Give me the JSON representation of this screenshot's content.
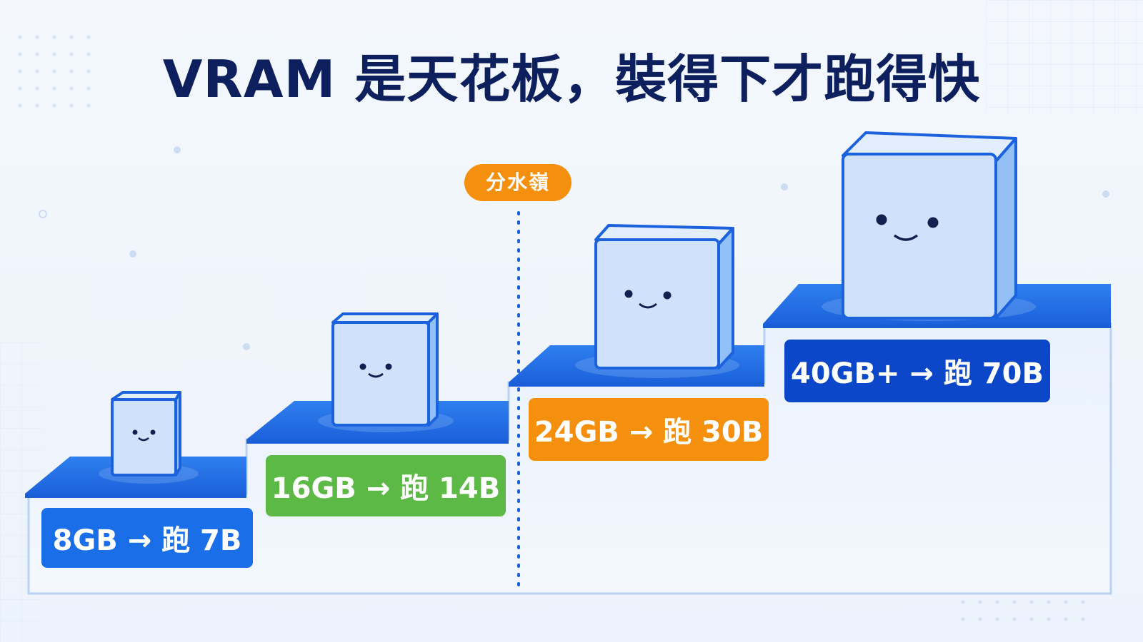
{
  "title": "VRAM 是天花板，裝得下才跑得快",
  "divider_tag": "分水嶺",
  "steps": [
    {
      "label": "8GB → 跑 7B",
      "color": "#1a6fe8"
    },
    {
      "label": "16GB → 跑 14B",
      "color": "#5cb946"
    },
    {
      "label": "24GB → 跑 30B",
      "color": "#f5900f"
    },
    {
      "label": "40GB+ → 跑 70B",
      "color": "#0b47c8"
    }
  ],
  "colors": {
    "title": "#0d1f5c",
    "step_top": "#2c7be9",
    "step_edge": "#1a5fd6",
    "cube_face": "#cfe2fb",
    "cube_side": "#93c0f7",
    "cube_outline": "#1c62dc",
    "divider": "#1a5fd6",
    "tag": "#f5900f"
  }
}
